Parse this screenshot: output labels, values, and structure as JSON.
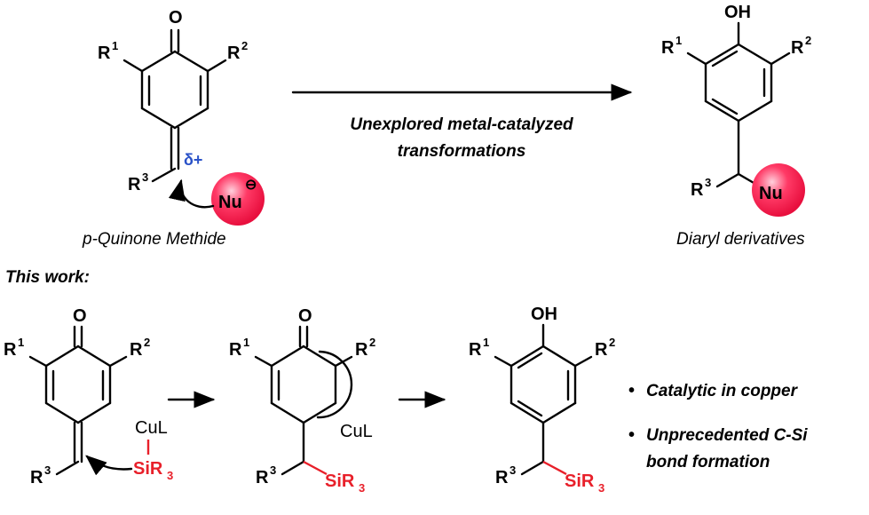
{
  "top": {
    "reactant": {
      "atom_o": "O",
      "r1": "R",
      "r1_sup": "1",
      "r2": "R",
      "r2_sup": "2",
      "r3": "R",
      "r3_sup": "3",
      "delta": "δ+",
      "nu": "Nu",
      "nu_charge": "⊖",
      "caption": "p-Quinone Methide"
    },
    "arrow_text_line1": "Unexplored metal-catalyzed",
    "arrow_text_line2": "transformations",
    "product": {
      "oh": "OH",
      "r1": "R",
      "r1_sup": "1",
      "r2": "R",
      "r2_sup": "2",
      "r3": "R",
      "r3_sup": "3",
      "nu": "Nu",
      "caption": "Diaryl derivatives"
    }
  },
  "this_work_label": "This work:",
  "bottom": {
    "s1": {
      "o": "O",
      "r1": "R",
      "r1_sup": "1",
      "r2": "R",
      "r2_sup": "2",
      "r3": "R",
      "r3_sup": "3",
      "cul": "CuL",
      "sir3": "SiR",
      "sir3_sub": "3"
    },
    "s2": {
      "o": "O",
      "r1": "R",
      "r1_sup": "1",
      "r2": "R",
      "r2_sup": "2",
      "r3": "R",
      "r3_sup": "3",
      "cul": "CuL",
      "sir3": "SiR",
      "sir3_sub": "3"
    },
    "s3": {
      "oh": "OH",
      "r1": "R",
      "r1_sup": "1",
      "r2": "R",
      "r2_sup": "2",
      "r3": "R",
      "r3_sup": "3",
      "sir3": "SiR",
      "sir3_sub": "3"
    },
    "bullets": [
      "Catalytic in copper",
      "Unprecedented C-Si",
      "bond formation"
    ],
    "bullet_mark": "•"
  },
  "colors": {
    "red": "#e8202a",
    "blue": "#2a52c8",
    "nu_sphere": "#ff2a55"
  }
}
